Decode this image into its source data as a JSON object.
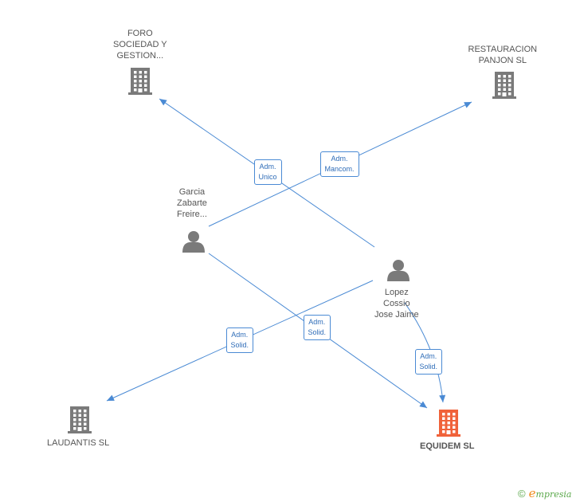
{
  "colors": {
    "company": "#7a7a7a",
    "company_focus": "#f0623a",
    "person": "#7a7a7a",
    "edge": "#4a8ad4",
    "label_text": "#555555",
    "badge_text": "#2f6db8"
  },
  "nodes": [
    {
      "id": "foro",
      "kind": "company",
      "icon": "building-icon",
      "lines": [
        "FORO",
        "SOCIEDAD Y",
        "GESTION..."
      ]
    },
    {
      "id": "restauracion",
      "kind": "company",
      "icon": "building-icon",
      "lines": [
        "RESTAURACION",
        "PANJON SL"
      ]
    },
    {
      "id": "garcia",
      "kind": "person",
      "icon": "person-icon",
      "lines": [
        "Garcia",
        "Zabarte",
        "Freire..."
      ]
    },
    {
      "id": "lopez",
      "kind": "person",
      "icon": "person-icon",
      "lines": [
        "Lopez",
        "Cossio",
        "Jose Jaime"
      ]
    },
    {
      "id": "laudantis",
      "kind": "company",
      "icon": "building-icon",
      "lines": [
        "LAUDANTIS SL"
      ]
    },
    {
      "id": "equidem",
      "kind": "company_focus",
      "icon": "building-icon",
      "lines": [
        "EQUIDEM SL"
      ]
    }
  ],
  "edges": [
    {
      "id": "lopez-foro",
      "from": "lopez",
      "to": "foro",
      "label": [
        "Adm.",
        "Unico"
      ]
    },
    {
      "id": "garcia-restauracion",
      "from": "garcia",
      "to": "restauracion",
      "label": [
        "Adm.",
        "Mancom."
      ]
    },
    {
      "id": "lopez-laudantis",
      "from": "lopez",
      "to": "laudantis",
      "label": [
        "Adm.",
        "Solid."
      ]
    },
    {
      "id": "garcia-equidem",
      "from": "garcia",
      "to": "equidem",
      "label": [
        "Adm.",
        "Solid."
      ]
    },
    {
      "id": "lopez-equidem",
      "from": "lopez",
      "to": "equidem",
      "label": [
        "Adm.",
        "Solid."
      ]
    }
  ],
  "footer": {
    "copyright": "©",
    "brand_initial": "e",
    "brand_rest": "mpresia"
  }
}
